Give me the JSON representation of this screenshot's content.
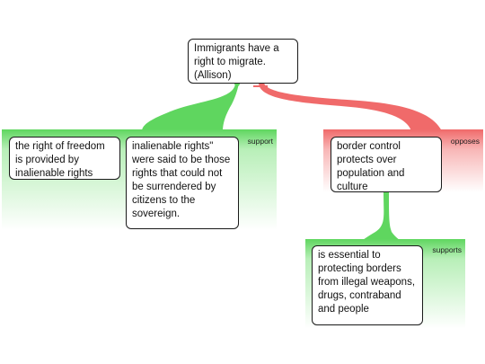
{
  "root": {
    "text": "Immigrants have a right to migrate. (Allison)"
  },
  "groups": [
    {
      "label": "support",
      "kind": "support",
      "color": "#5fd65f",
      "nodes": [
        {
          "text": "the right of freedom is provided by inalienable rights"
        },
        {
          "text": "inalienable rights\" were said to be those rights that could not be surrendered by citizens to the sovereign."
        }
      ]
    },
    {
      "label": "opposes",
      "kind": "oppose",
      "color": "#f06a6a",
      "nodes": [
        {
          "text": "border control protects over population and culture"
        }
      ]
    },
    {
      "label": "supports",
      "kind": "support",
      "color": "#5fd65f",
      "nodes": [
        {
          "text": "is essential to protecting borders from illegal weapons, drugs, contraband and people"
        }
      ]
    }
  ]
}
